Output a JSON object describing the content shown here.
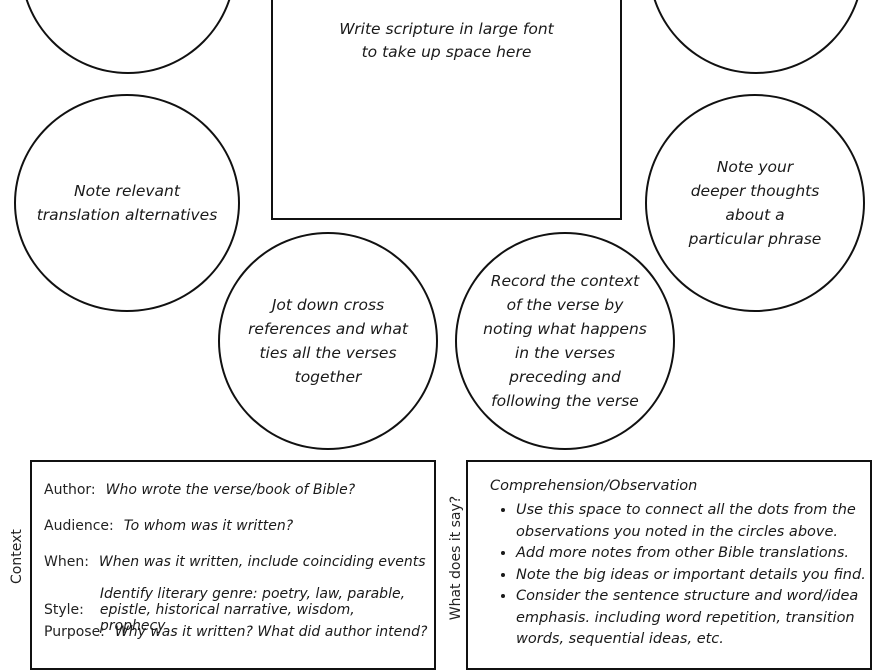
{
  "circles": {
    "translation": "Note relevant translation alternatives",
    "phrase": "Note your deeper thoughts about a particular phrase",
    "cross_refs": "Jot down cross references and what ties all the verses together",
    "context": "Record the context of the verse by noting what happens in the verses preceding and following the verse"
  },
  "scripture": {
    "line1": "Write scripture in large font",
    "line2": "to take up space here"
  },
  "context_panel": {
    "side_label": "Context",
    "rows": [
      {
        "key": "Author:",
        "value": "Who wrote the verse/book of Bible?"
      },
      {
        "key": "Audience:",
        "value": "To whom was it written?"
      },
      {
        "key": "When:",
        "value": "When was it written, include coinciding events"
      },
      {
        "key": "Style:",
        "value": "Identify literary genre: poetry, law, parable, epistle, historical narrative, wisdom, prophecy"
      },
      {
        "key": "Purpose:",
        "value": "Why was it written? What did author intend?"
      }
    ]
  },
  "observation_panel": {
    "side_label": "What does it say?",
    "title": "Comprehension/Observation",
    "bullets": [
      "Use this space to connect all the dots from the observations you noted in the circles above.",
      "Add more notes from other Bible translations.",
      "Note the big ideas or important details you find.",
      "Consider the sentence structure and word/idea emphasis. including word repetition, transition words, sequential ideas, etc."
    ]
  }
}
